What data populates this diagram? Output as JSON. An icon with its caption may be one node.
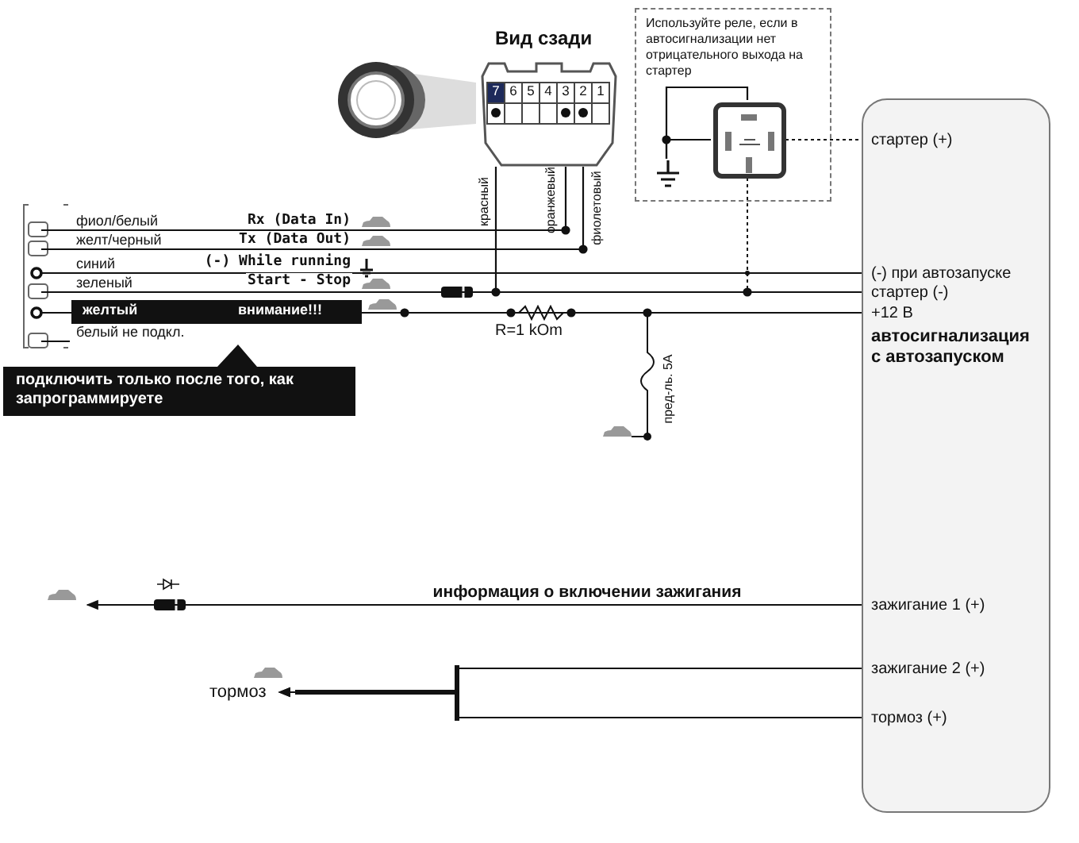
{
  "diagram": {
    "nodes": [
      {
        "text": [
          "Вид сзади"
        ]
      },
      {
        "text": [
          "Используйте реле, если в автосигнализации нет отрицательного выхода на стартер"
        ]
      },
      {
        "text": [],
        "shape": "box",
        "in": 1
      },
      {
        "text": [],
        "shape": "ground",
        "in": 1
      },
      {
        "text": [
          "стартер (+)",
          "(-) при автозапуске",
          "стартер (-)",
          "+12 В",
          "автосигнализация с автозапуском",
          "зажигание 1 (+)",
          "зажигание 2 (+)",
          "тормоз (+)"
        ]
      },
      {
        "text": [],
        "shape": "box"
      },
      {
        "text": [
          "подключить только после того, как запрограммируете"
        ]
      },
      {
        "text": [
          "тормоз"
        ]
      }
    ],
    "edges": [
      {
        "from": 5,
        "to": 0,
        "arrow": "none",
        "label": "Rx (Data In)"
      },
      {
        "from": 5,
        "to": 0,
        "arrow": "none",
        "label": "Tx (Data Out)"
      },
      {
        "from": 5,
        "to": 4,
        "arrow": "none",
        "label": "(-) While running"
      },
      {
        "from": 5,
        "to": 4,
        "arrow": "none",
        "label": "Start - Stop"
      },
      {
        "from": 5,
        "to": 4,
        "arrow": "none"
      },
      {
        "from": 0,
        "to": 4,
        "arrow": "none"
      },
      {
        "from": 2,
        "to": 3,
        "arrow": "none"
      },
      {
        "from": 2,
        "to": 3,
        "arrow": "none"
      },
      {
        "from": 2,
        "to": 4,
        "arrow": "none",
        "style": "dashed"
      },
      {
        "from": 2,
        "to": 4,
        "arrow": "none",
        "style": "dashed"
      },
      {
        "from": 4,
        "to": null,
        "arrow": "to",
        "label": "информация о включении зажигания"
      },
      {
        "from": 4,
        "to": 7,
        "arrow": "to"
      },
      {
        "from": 4,
        "to": 7,
        "arrow": "to"
      }
    ],
    "labels": [
      "фиол/белый",
      "желт/черный",
      "синий",
      "зеленый",
      "желтый",
      "внимание!!!",
      "белый не подкл.",
      "7",
      "6",
      "5",
      "4",
      "3",
      "2",
      "1",
      "красный",
      "оранжевый",
      "фиолетовый",
      "R=1 kOm",
      "пред-ль. 5А"
    ]
  }
}
